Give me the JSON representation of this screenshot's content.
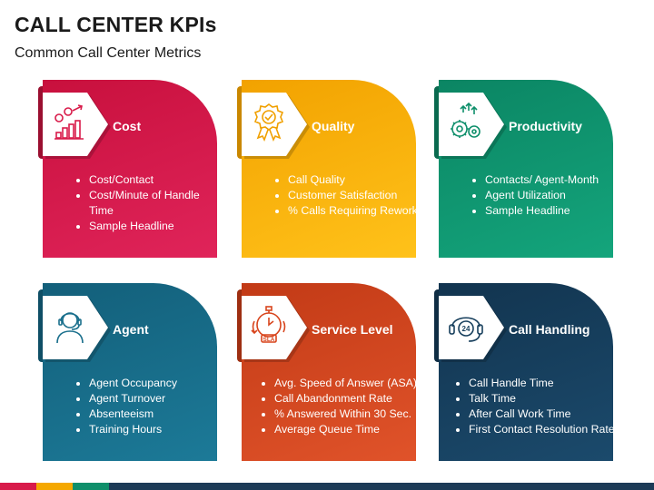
{
  "header": {
    "title": "CALL CENTER KPIs",
    "subtitle": "Common Call Center Metrics"
  },
  "cards": [
    {
      "label": "Cost",
      "icon": "cost-chart-icon",
      "color": "#d81b4a",
      "items": [
        "Cost/Contact",
        "Cost/Minute of Handle Time",
        "Sample Headline"
      ]
    },
    {
      "label": "Quality",
      "icon": "quality-badge-icon",
      "color": "#f5a800",
      "items": [
        "Call Quality",
        "Customer Satisfaction",
        "% Calls Requiring Rework"
      ]
    },
    {
      "label": "Productivity",
      "icon": "productivity-gears-icon",
      "color": "#0f8f6b",
      "items": [
        "Contacts/ Agent-Month",
        "Agent Utilization",
        "Sample Headline"
      ]
    },
    {
      "label": "Agent",
      "icon": "agent-headset-icon",
      "color": "#1a6f8c",
      "items": [
        "Agent Occupancy",
        "Agent Turnover",
        "Absenteeism",
        "Training Hours"
      ]
    },
    {
      "label": "Service Level",
      "icon": "sla-stopwatch-icon",
      "color": "#d8451d",
      "items": [
        "Avg. Speed of Answer (ASA)",
        "Call Abandonment Rate",
        "% Answered Within 30 Sec.",
        "Average Queue Time"
      ]
    },
    {
      "label": "Call Handling",
      "icon": "24-hour-headset-icon",
      "color": "#163e5c",
      "items": [
        "Call Handle Time",
        "Talk Time",
        "After Call Work Time",
        "First Contact Resolution Rate"
      ]
    }
  ],
  "colors": {
    "background": "#ffffff",
    "footer_bar": "#1d3b57"
  }
}
